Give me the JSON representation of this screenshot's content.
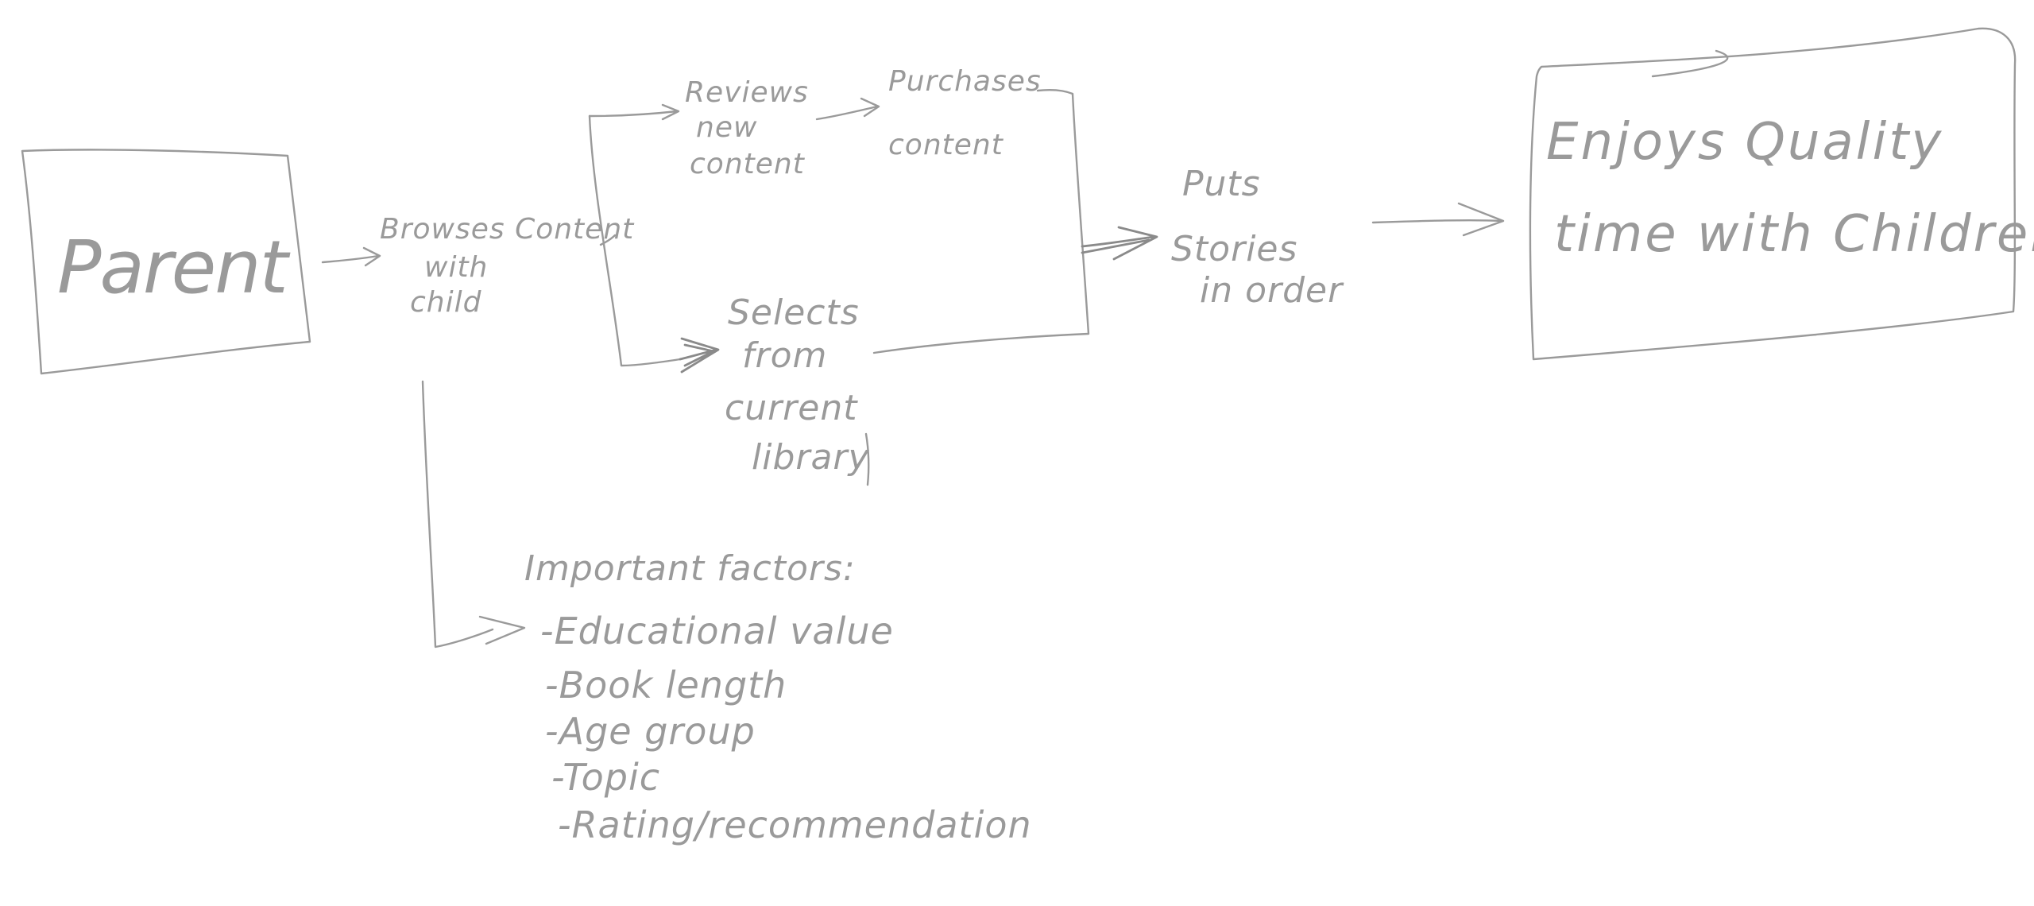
{
  "diagram": {
    "nodes": {
      "parent": "Parent",
      "browses": [
        "Browses Content",
        "with",
        "child"
      ],
      "reviews": [
        "Reviews",
        "new",
        "content"
      ],
      "purchases": [
        "Purchases",
        "content"
      ],
      "selects": [
        "Selects",
        "from",
        "current",
        "library"
      ],
      "puts": [
        "Puts",
        "Stories",
        "in order"
      ],
      "enjoys": [
        "Enjoys Quality",
        "time with Children"
      ]
    },
    "factors": {
      "heading": "Important factors:",
      "items": [
        "-Educational value",
        "-Book length",
        "-Age group",
        "-Topic",
        "-Rating/recommendation"
      ]
    },
    "edges": [
      {
        "from": "parent",
        "to": "browses"
      },
      {
        "from": "browses",
        "to": "reviews"
      },
      {
        "from": "reviews",
        "to": "purchases"
      },
      {
        "from": "browses",
        "to": "selects"
      },
      {
        "from": "purchases",
        "to": "puts"
      },
      {
        "from": "selects",
        "to": "puts"
      },
      {
        "from": "puts",
        "to": "enjoys"
      },
      {
        "from": "browses",
        "to": "factors"
      }
    ]
  }
}
